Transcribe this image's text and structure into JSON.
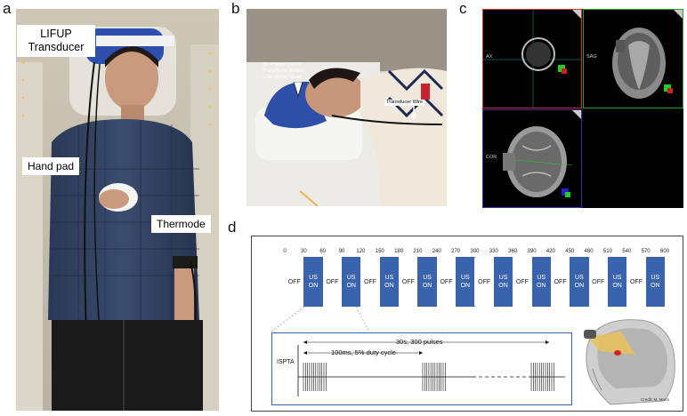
{
  "panels": {
    "a": {
      "letter": "a",
      "labels": {
        "transducer": "LIFUP\nTransducer",
        "hand_pad": "Hand pad",
        "thermode": "Thermode"
      }
    },
    "b": {
      "letter": "b",
      "labels": {
        "holder": "3D-Printed LIFUP\nTransducer Holder\nWith Velcro Strap",
        "wire": "Transducer Wire"
      }
    },
    "c": {
      "letter": "c",
      "view_labels": [
        "AX",
        "SAG",
        "COR"
      ]
    },
    "d": {
      "letter": "d",
      "timeline": {
        "ticks": [
          "0",
          "30",
          "60",
          "90",
          "120",
          "150",
          "180",
          "210",
          "240",
          "270",
          "300",
          "330",
          "360",
          "390",
          "420",
          "450",
          "480",
          "510",
          "540",
          "570",
          "600"
        ],
        "off_label": "OFF",
        "on_label": "US\nON"
      },
      "pulse": {
        "y_label": "ISPTA",
        "train_label": "30s, 300 pulses",
        "duty_label": "100ms, 5% duty cycle"
      },
      "credit": "Credit: M. Monti"
    }
  }
}
